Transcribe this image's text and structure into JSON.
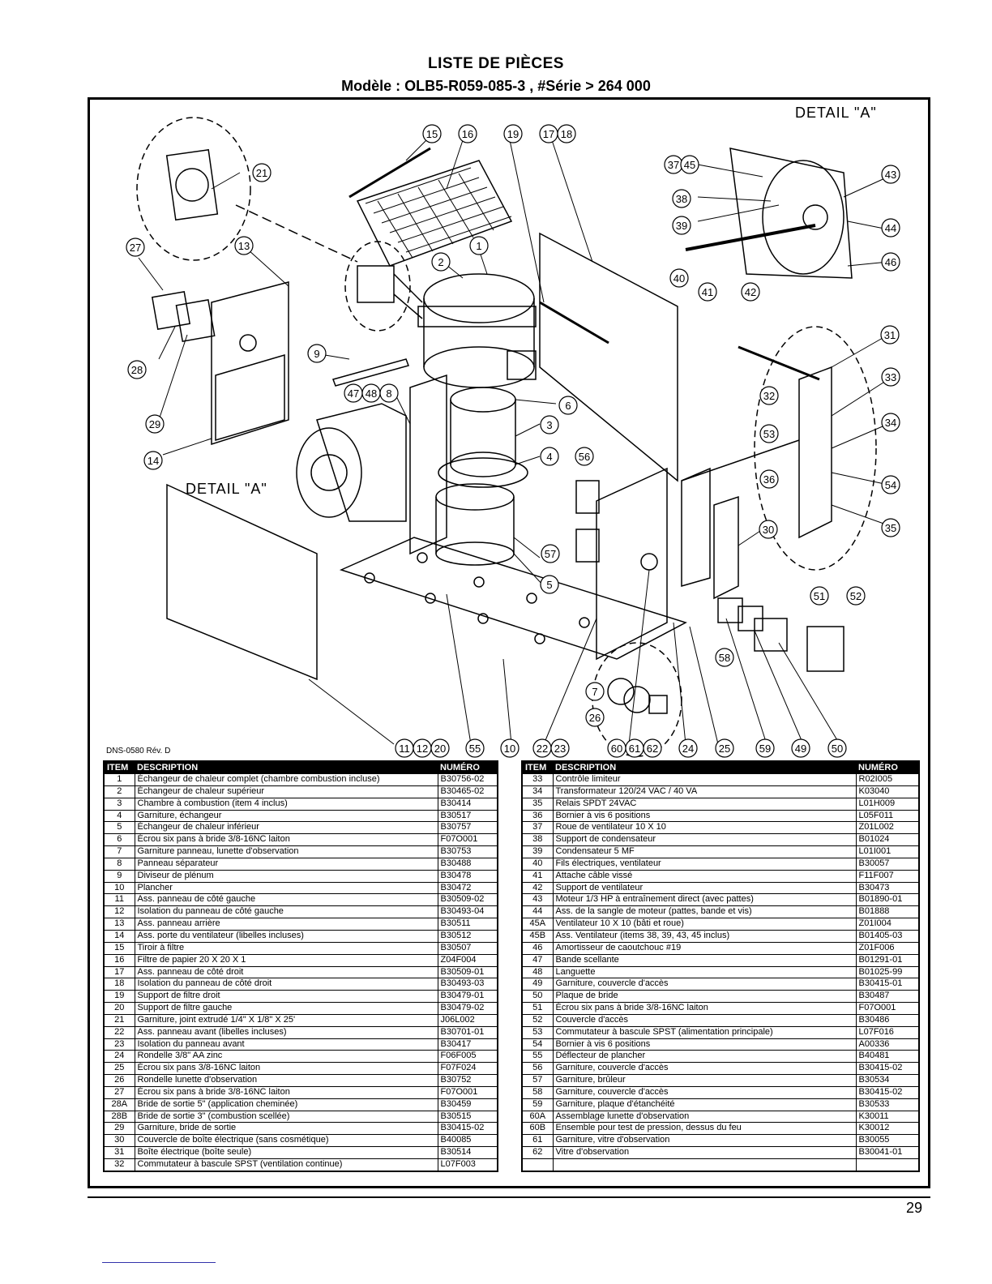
{
  "header": {
    "title": "LISTE DE PIÈCES",
    "subtitle": "Modèle : OLB5-R059-085-3 , #Série > 264 000"
  },
  "diagram": {
    "detail_label_top": "DETAIL \"A\"",
    "detail_label_left": "DETAIL \"A\"",
    "drawing_ref": "DNS-0580 Rév. D",
    "callouts": [
      "15",
      "16",
      "19",
      "17",
      "18",
      "21",
      "27",
      "13",
      "2",
      "1",
      "37",
      "45",
      "43",
      "38",
      "39",
      "44",
      "40",
      "41",
      "42",
      "46",
      "9",
      "28",
      "29",
      "14",
      "47",
      "48",
      "8",
      "6",
      "3",
      "4",
      "56",
      "31",
      "32",
      "33",
      "53",
      "34",
      "36",
      "54",
      "35",
      "30",
      "57",
      "5",
      "51",
      "52",
      "58",
      "7",
      "26",
      "11",
      "12",
      "20",
      "55",
      "10",
      "22",
      "23",
      "60",
      "61",
      "62",
      "24",
      "25",
      "59",
      "49",
      "50"
    ]
  },
  "table_left": {
    "headers": {
      "item": "ITEM",
      "description": "DESCRIPTION",
      "number": "NUMÉRO"
    },
    "rows": [
      {
        "item": "1",
        "desc": "Échangeur de chaleur complet (chambre combustion incluse)",
        "num": "B30756-02"
      },
      {
        "item": "2",
        "desc": "Échangeur de chaleur supérieur",
        "num": "B30465-02"
      },
      {
        "item": "3",
        "desc": "Chambre à combustion (item 4 inclus)",
        "num": "B30414"
      },
      {
        "item": "4",
        "desc": "Garniture, échangeur",
        "num": "B30517"
      },
      {
        "item": "5",
        "desc": "Échangeur de chaleur inférieur",
        "num": "B30757"
      },
      {
        "item": "6",
        "desc": "Écrou six pans à bride 3/8-16NC laiton",
        "num": "F07O001"
      },
      {
        "item": "7",
        "desc": "Garniture panneau, lunette d'observation",
        "num": "B30753"
      },
      {
        "item": "8",
        "desc": "Panneau séparateur",
        "num": "B30488"
      },
      {
        "item": "9",
        "desc": "Diviseur de plénum",
        "num": "B30478"
      },
      {
        "item": "10",
        "desc": "Plancher",
        "num": "B30472"
      },
      {
        "item": "11",
        "desc": "Ass. panneau de côté gauche",
        "num": "B30509-02"
      },
      {
        "item": "12",
        "desc": "Isolation du panneau de côté gauche",
        "num": "B30493-04"
      },
      {
        "item": "13",
        "desc": "Ass. panneau arrière",
        "num": "B30511"
      },
      {
        "item": "14",
        "desc": "Ass. porte du ventilateur (libelles incluses)",
        "num": "B30512"
      },
      {
        "item": "15",
        "desc": "Tiroir à filtre",
        "num": "B30507"
      },
      {
        "item": "16",
        "desc": "Filtre de papier 20 X 20 X 1",
        "num": "Z04F004"
      },
      {
        "item": "17",
        "desc": "Ass. panneau de côté droit",
        "num": "B30509-01"
      },
      {
        "item": "18",
        "desc": "Isolation du panneau de côté droit",
        "num": "B30493-03"
      },
      {
        "item": "19",
        "desc": "Support de filtre droit",
        "num": "B30479-01"
      },
      {
        "item": "20",
        "desc": "Support de filtre gauche",
        "num": "B30479-02"
      },
      {
        "item": "21",
        "desc": "Garniture, joint extrudé 1/4\" X 1/8\" X 25'",
        "num": "J06L002"
      },
      {
        "item": "22",
        "desc": "Ass. panneau avant (libelles incluses)",
        "num": "B30701-01"
      },
      {
        "item": "23",
        "desc": "Isolation du panneau avant",
        "num": "B30417"
      },
      {
        "item": "24",
        "desc": "Rondelle 3/8\" AA zinc",
        "num": "F06F005"
      },
      {
        "item": "25",
        "desc": "Écrou six pans 3/8-16NC laiton",
        "num": "F07F024"
      },
      {
        "item": "26",
        "desc": "Rondelle lunette d'observation",
        "num": "B30752"
      },
      {
        "item": "27",
        "desc": "Écrou six pans à bride 3/8-16NC laiton",
        "num": "F07O001"
      },
      {
        "item": "28A",
        "desc": "Bride de sortie 5\" (application cheminée)",
        "num": "B30459"
      },
      {
        "item": "28B",
        "desc": "Bride de sortie 3\" (combustion scellée)",
        "num": "B30515"
      },
      {
        "item": "29",
        "desc": "Garniture, bride de sortie",
        "num": "B30415-02"
      },
      {
        "item": "30",
        "desc": "Couvercle de boîte électrique (sans cosmétique)",
        "num": "B40085"
      },
      {
        "item": "31",
        "desc": "Boîte électrique (boîte seule)",
        "num": "B30514"
      },
      {
        "item": "32",
        "desc": "Commutateur à bascule SPST (ventilation continue)",
        "num": "L07F003"
      }
    ]
  },
  "table_right": {
    "headers": {
      "item": "ITEM",
      "description": "DESCRIPTION",
      "number": "NUMÉRO"
    },
    "rows": [
      {
        "item": "33",
        "desc": "Contrôle limiteur",
        "num": "R02I005"
      },
      {
        "item": "34",
        "desc": "Transformateur 120/24 VAC / 40 VA",
        "num": "K03040"
      },
      {
        "item": "35",
        "desc": "Relais SPDT 24VAC",
        "num": "L01H009"
      },
      {
        "item": "36",
        "desc": "Bornier à vis 6 positions",
        "num": "L05F011"
      },
      {
        "item": "37",
        "desc": "Roue de ventilateur 10 X 10",
        "num": "Z01L002"
      },
      {
        "item": "38",
        "desc": "Support de condensateur",
        "num": "B01024"
      },
      {
        "item": "39",
        "desc": "Condensateur 5 MF",
        "num": "L01I001"
      },
      {
        "item": "40",
        "desc": "Fils électriques, ventilateur",
        "num": "B30057"
      },
      {
        "item": "41",
        "desc": "Attache câble vissé",
        "num": "F11F007"
      },
      {
        "item": "42",
        "desc": "Support de ventilateur",
        "num": "B30473"
      },
      {
        "item": "43",
        "desc": "Moteur 1/3 HP à entraînement direct (avec pattes)",
        "num": "B01890-01"
      },
      {
        "item": "44",
        "desc": "Ass. de la sangle de moteur (pattes, bande et vis)",
        "num": "B01888"
      },
      {
        "item": "45A",
        "desc": "Ventilateur 10 X 10 (bâti et roue)",
        "num": "Z01I004"
      },
      {
        "item": "45B",
        "desc": "Ass. Ventilateur (items 38, 39, 43, 45 inclus)",
        "num": "B01405-03"
      },
      {
        "item": "46",
        "desc": "Amortisseur de caoutchouc #19",
        "num": "Z01F006"
      },
      {
        "item": "47",
        "desc": "Bande scellante",
        "num": "B01291-01"
      },
      {
        "item": "48",
        "desc": "Languette",
        "num": "B01025-99"
      },
      {
        "item": "49",
        "desc": "Garniture, couvercle d'accès",
        "num": "B30415-01"
      },
      {
        "item": "50",
        "desc": "Plaque de bride",
        "num": "B30487"
      },
      {
        "item": "51",
        "desc": "Écrou six pans à bride 3/8-16NC laiton",
        "num": "F07O001"
      },
      {
        "item": "52",
        "desc": "Couvercle d'accès",
        "num": "B30486"
      },
      {
        "item": "53",
        "desc": "Commutateur à bascule SPST (alimentation principale)",
        "num": "L07F016"
      },
      {
        "item": "54",
        "desc": "Bornier à vis 6 positions",
        "num": "A00336"
      },
      {
        "item": "55",
        "desc": "Déflecteur de plancher",
        "num": "B40481"
      },
      {
        "item": "56",
        "desc": "Garniture, couvercle d'accès",
        "num": "B30415-02"
      },
      {
        "item": "57",
        "desc": "Garniture, brûleur",
        "num": "B30534"
      },
      {
        "item": "58",
        "desc": "Garniture, couvercle d'accès",
        "num": "B30415-02"
      },
      {
        "item": "59",
        "desc": "Garniture, plaque d'étanchéité",
        "num": "B30533"
      },
      {
        "item": "60A",
        "desc": "Assemblage lunette d'observation",
        "num": "K30011"
      },
      {
        "item": "60B",
        "desc": "Ensemble pour test de pression, dessus du feu",
        "num": "K30012"
      },
      {
        "item": "61",
        "desc": "Garniture, vitre d'observation",
        "num": "B30055"
      },
      {
        "item": "62",
        "desc": "Vitre d'observation",
        "num": "B30041-01"
      },
      {
        "item": "",
        "desc": "",
        "num": ""
      }
    ]
  },
  "footer": {
    "page_number": "29"
  }
}
